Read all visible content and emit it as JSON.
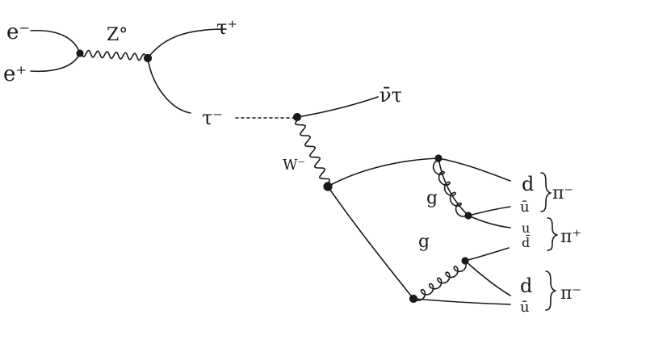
{
  "labels": {
    "e_minus": "e⁻",
    "e_plus": "e⁺",
    "z0": "Z°",
    "tau_plus": "τ⁺",
    "tau_minus": "τ⁻",
    "nu_tau_bar": "ν̄τ",
    "w_minus": "W⁻",
    "gluon_1": "g",
    "gluon_2": "g",
    "quark_d1": "d",
    "quark_ubar1": "ū",
    "quark_u": "u",
    "quark_dbar": "d̄",
    "quark_d2": "d",
    "quark_ubar2": "ū",
    "pion_1": "π⁻",
    "pion_2": "π⁺",
    "pion_3": "π⁻"
  },
  "colors": {
    "ink": "#1a1a1a",
    "background": "#ffffff"
  }
}
